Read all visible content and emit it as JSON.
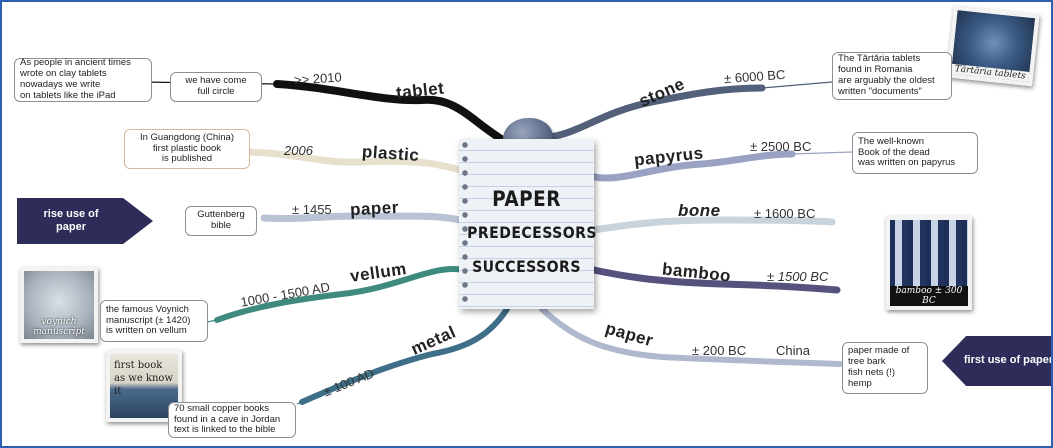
{
  "center": {
    "line1": "PAPER",
    "line2": "PREDECESSORS",
    "line3": "SUCCESSORS"
  },
  "left_branches": {
    "tablet": {
      "label": "tablet",
      "date": ">> 2010",
      "note": "we have come\nfull circle",
      "note2": "As people in ancient times\nwrote on clay tablets\nnowadays we write\non tablets like the iPad"
    },
    "plastic": {
      "label": "plastic",
      "date": "2006",
      "note": "In Guangdong (China)\nfirst plastic book\nis published"
    },
    "paper": {
      "label": "paper",
      "date": "± 1455",
      "note": "Guttenberg\nbible"
    },
    "vellum": {
      "label": "vellum",
      "date": "1000 - 1500 AD",
      "note": "the famous Voynich\nmanuscript (± 1420)\nis written on vellum",
      "photo_caption": "voynich manuscript"
    },
    "metal": {
      "label": "metal",
      "date": "± 100 AD",
      "note": "70 small copper books\nfound in a cave in Jordan\ntext is linked to the bible",
      "photo_caption": "first book\nas we know it"
    }
  },
  "right_branches": {
    "stone": {
      "label": "stone",
      "date": "± 6000 BC",
      "note": "The Tărtăria tablets\nfound in Romania\nare arguably the oldest\nwritten \"documents\"",
      "photo_caption": "Tărtăria tablets"
    },
    "papyrus": {
      "label": "papyrus",
      "date": "± 2500 BC",
      "note": "The well-known\nBook of the dead\nwas written on papyrus"
    },
    "bone": {
      "label": "bone",
      "date": "± 1600 BC"
    },
    "bamboo": {
      "label": "bamboo",
      "date": "± 1500 BC",
      "photo_caption": "bamboo ± 300 BC"
    },
    "paper": {
      "label": "paper",
      "date": "± 200 BC",
      "place": "China",
      "note": "paper made of\ntree bark\nfish nets (!)\nhemp"
    }
  },
  "arrows": {
    "rise": "rise use of\npaper",
    "first": "first use of paper"
  },
  "colors": {
    "frame": "#2f5fb0",
    "arrow": "#2e2c58",
    "tablet_branch": "#111111",
    "plastic_branch": "#e8e2d0",
    "paper_left_branch": "#b9c3d4",
    "vellum_branch": "#3e8a7e",
    "metal_branch": "#3f6f88",
    "stone_branch": "#53607a",
    "papyrus_branch": "#9aa2c4",
    "bone_branch": "#c9d3dc",
    "bamboo_branch": "#55527e",
    "paper_right_branch": "#b0b8ce"
  }
}
